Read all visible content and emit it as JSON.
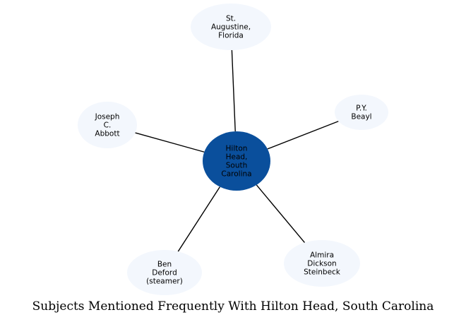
{
  "colors": {
    "center_fill": "#0a4f9c",
    "leaf_fill": "#f3f7fd",
    "edge": "#000000"
  },
  "graph": {
    "center": {
      "id": "center",
      "lines": [
        "Hilton",
        "Head,",
        "South",
        "Carolina"
      ]
    },
    "leaves": [
      {
        "id": "st-augustine",
        "lines": [
          "St.",
          "Augustine,",
          "Florida"
        ]
      },
      {
        "id": "py-beayl",
        "lines": [
          "P.Y.",
          "Beayl"
        ]
      },
      {
        "id": "joseph-abbott",
        "lines": [
          "Joseph",
          "C.",
          "Abbott"
        ]
      },
      {
        "id": "ben-deford",
        "lines": [
          "Ben",
          "Deford",
          "(steamer)"
        ]
      },
      {
        "id": "almira-steinbeck",
        "lines": [
          "Almira",
          "Dickson",
          "Steinbeck"
        ]
      }
    ],
    "edges": [
      [
        "center",
        "st-augustine"
      ],
      [
        "center",
        "py-beayl"
      ],
      [
        "center",
        "joseph-abbott"
      ],
      [
        "center",
        "ben-deford"
      ],
      [
        "center",
        "almira-steinbeck"
      ]
    ]
  },
  "caption": "Subjects Mentioned Frequently With Hilton Head, South Carolina"
}
